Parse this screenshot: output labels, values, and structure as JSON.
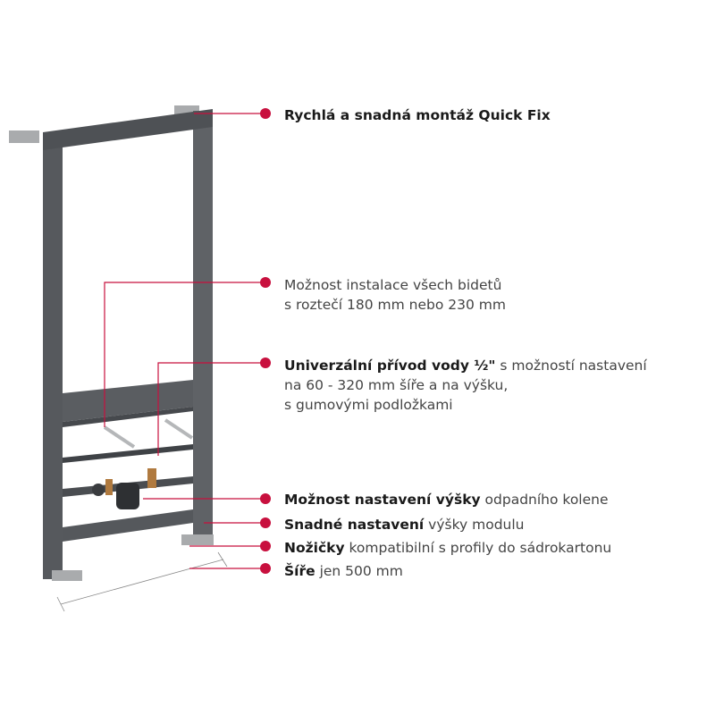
{
  "colors": {
    "accent": "#c8103e",
    "frame": "#56595d",
    "text": "#444444"
  },
  "callouts": [
    {
      "bold": "Rychlá a snadná montáž Quick Fix",
      "rest": "",
      "line2": "",
      "line3": ""
    },
    {
      "bold": "",
      "rest": "Možnost instalace všech bidetů",
      "line2": "s roztečí 180 mm nebo 230 mm",
      "line3": ""
    },
    {
      "bold": "Univerzální přívod vody ½\"",
      "rest": " s možností nastavení",
      "line2": "na 60 - 320 mm šíře a na výšku,",
      "line3": "s gumovými podložkami"
    },
    {
      "bold": "Možnost nastavení výšky",
      "rest": " odpadního kolene"
    },
    {
      "bold": "Snadné nastavení",
      "rest": " výšky modulu"
    },
    {
      "bold": "Nožičky",
      "rest": " kompatibilní s profily do sádrokartonu"
    },
    {
      "bold": "Šíře",
      "rest": " jen 500 mm"
    }
  ]
}
